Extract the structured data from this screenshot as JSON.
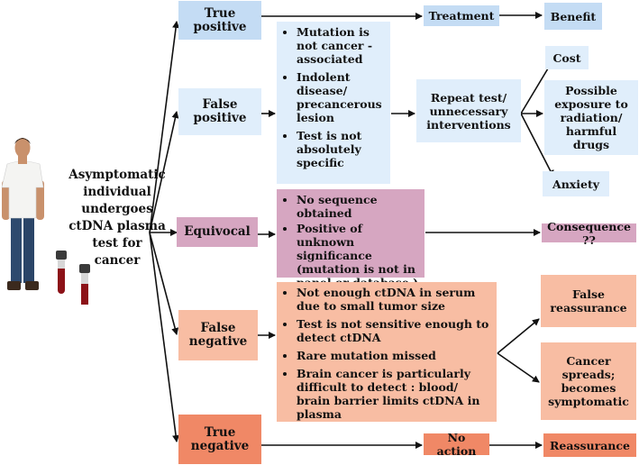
{
  "central_text": [
    "Asymptomatic",
    "individual",
    "undergoes",
    "ctDNA plasma",
    "test for",
    "cancer"
  ],
  "outcomes": {
    "true_positive": "True positive",
    "false_positive": "False positive",
    "equivocal": "Equivocal",
    "false_negative": "False negative",
    "true_negative": "True negative"
  },
  "true_positive_chain": {
    "treatment": "Treatment",
    "benefit": "Benefit"
  },
  "false_positive_reasons": [
    "Mutation is not cancer -associated",
    "Indolent disease/ precancerous lesion",
    "Test is not absolutely specific"
  ],
  "false_positive_chain": {
    "repeat_test": "Repeat test/ unnecessary interventions",
    "cost": "Cost",
    "exposure": "Possible exposure to radiation/ harmful drugs",
    "anxiety": "Anxiety"
  },
  "equivocal_reasons": [
    "No sequence obtained",
    "Positive of unknown significance (mutation is not in panel or database )"
  ],
  "equivocal_consequence": "Consequence ??",
  "false_negative_reasons": [
    "Not enough ctDNA in serum due to small tumor size",
    "Test is not sensitive enough to detect ctDNA",
    "Rare mutation missed",
    "Brain cancer is particularly difficult to detect : blood/ brain barrier limits ctDNA in plasma"
  ],
  "false_negative_outcomes": {
    "false_reassurance": "False reassurance",
    "cancer_spreads": "Cancer spreads; becomes symptomatic"
  },
  "true_negative_chain": {
    "no_action": "No action",
    "reassurance": "Reassurance"
  },
  "colors": {
    "true_positive": "#c4dcf4",
    "false_positive": "#e0eefb",
    "equivocal": "#d6a6c1",
    "false_negative": "#f8bda3",
    "true_negative": "#f08866"
  },
  "illustration": "person-with-blood-sample-tubes"
}
